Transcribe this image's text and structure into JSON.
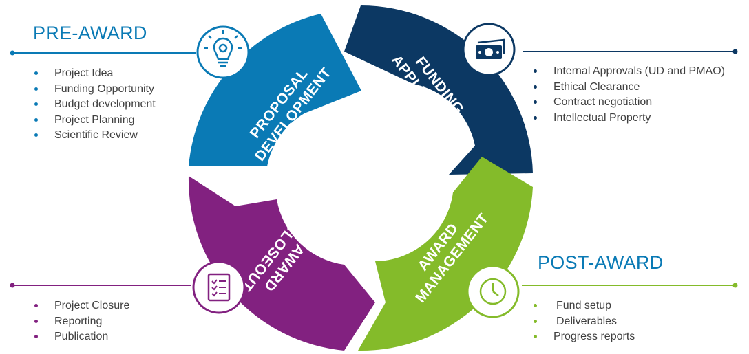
{
  "colors": {
    "pre_blue": "#0a7ab5",
    "navy": "#0c3863",
    "green": "#84bb2a",
    "purple": "#822180",
    "text": "#404040"
  },
  "pre_award": {
    "heading": "PRE-AWARD",
    "items": [
      "Project Idea",
      "Funding Opportunity",
      "Budget development",
      "Project Planning",
      "Scientific Review"
    ]
  },
  "funding": {
    "items": [
      "Internal Approvals  (UD and PMAO)",
      "Ethical Clearance",
      "Contract negotiation",
      "Intellectual Property"
    ]
  },
  "closeout": {
    "items": [
      "Project Closure",
      "Reporting",
      "Publication"
    ]
  },
  "post_award": {
    "heading": "POST-AWARD",
    "items": [
      "Fund setup",
      "Deliverables",
      "Progress reports"
    ]
  },
  "cycle": {
    "proposal": {
      "line1": "PROPOSAL",
      "line2": "DEVELOPMENT",
      "icon": "lightbulb-gear-icon"
    },
    "funding": {
      "line1": "FUNDING",
      "line2": "APPLICATION",
      "icon": "money-bill-icon"
    },
    "management": {
      "line1": "AWARD",
      "line2": "MANAGEMENT",
      "icon": "clock-icon"
    },
    "closeout": {
      "line1": "AWARD",
      "line2": "CLOSEOUT",
      "icon": "checklist-icon"
    }
  }
}
